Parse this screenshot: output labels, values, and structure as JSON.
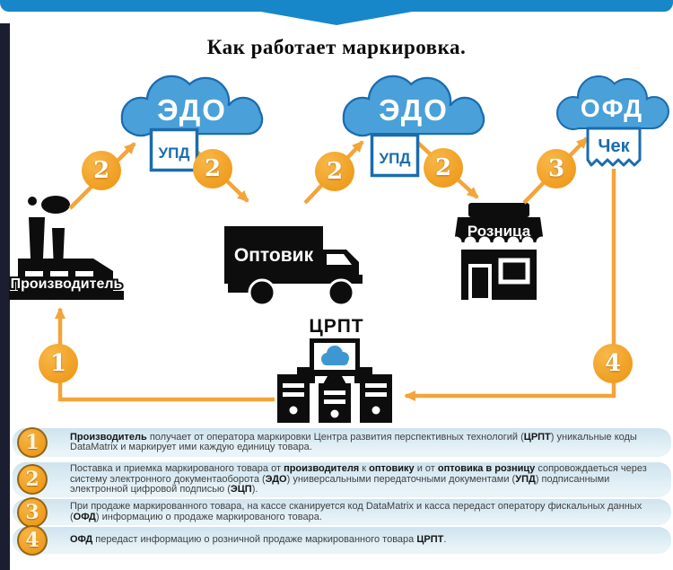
{
  "title": "Как работает маркировка.",
  "clouds": [
    {
      "label": "ЭДО",
      "attachment": "УПД"
    },
    {
      "label": "ЭДО",
      "attachment": "УПД"
    },
    {
      "label": "ОФД",
      "attachment": "Чек"
    }
  ],
  "entities": {
    "factory_label": "Производитель",
    "truck_label": "Оптовик",
    "store_label": "Розница",
    "operator_label": "ЦРПТ"
  },
  "badges": {
    "flow1": "1",
    "flow2a": "2",
    "flow2b": "2",
    "flow2c": "2",
    "flow2d": "2",
    "flow3": "3",
    "flow4": "4"
  },
  "steps": [
    {
      "num": "1",
      "segments": [
        {
          "t": "Производитель",
          "b": true
        },
        {
          "t": " получает от оператора маркировки Центра развития перспективных технологий (",
          "b": false
        },
        {
          "t": "ЦРПТ",
          "b": true
        },
        {
          "t": ") уникальные коды DataMatrix и маркирует ими каждую единицу товара.",
          "b": false
        }
      ]
    },
    {
      "num": "2",
      "segments": [
        {
          "t": "Поставка и приемка маркированого товара от ",
          "b": false
        },
        {
          "t": "производителя",
          "b": true
        },
        {
          "t": " к ",
          "b": false
        },
        {
          "t": "оптовику",
          "b": true
        },
        {
          "t": " и от ",
          "b": false
        },
        {
          "t": "оптовика в розницу",
          "b": true
        },
        {
          "t": " сопровождаеться через систему электронного документаоборота (",
          "b": false
        },
        {
          "t": "ЭДО",
          "b": true
        },
        {
          "t": ") универсальными передаточными документами (",
          "b": false
        },
        {
          "t": "УПД",
          "b": true
        },
        {
          "t": ") подписанными электронной цифровой подписью (",
          "b": false
        },
        {
          "t": "ЭЦП",
          "b": true
        },
        {
          "t": ").",
          "b": false
        }
      ]
    },
    {
      "num": "3",
      "segments": [
        {
          "t": "При продаже маркированного товара, на кассе сканируется код DataMatrix и касса передаст оператору фискальных данных (",
          "b": false
        },
        {
          "t": "ОФД",
          "b": true
        },
        {
          "t": ") информацию о продаже маркированого товара.",
          "b": false
        }
      ]
    },
    {
      "num": "4",
      "segments": [
        {
          "t": "ОФД",
          "b": true
        },
        {
          "t": " передаст информацию о розничной продаже маркированного товара ",
          "b": false
        },
        {
          "t": "ЦРПТ",
          "b": true
        },
        {
          "t": ".",
          "b": false
        }
      ]
    }
  ],
  "colors": {
    "banner_blue": "#1787C9",
    "cloud_fill": "#4AA0D8",
    "cloud_border": "#1A6CAE",
    "accent_orange": "#F3A43A",
    "icon_black": "#0D0D0D",
    "band_blue": "#D9E9F2"
  }
}
